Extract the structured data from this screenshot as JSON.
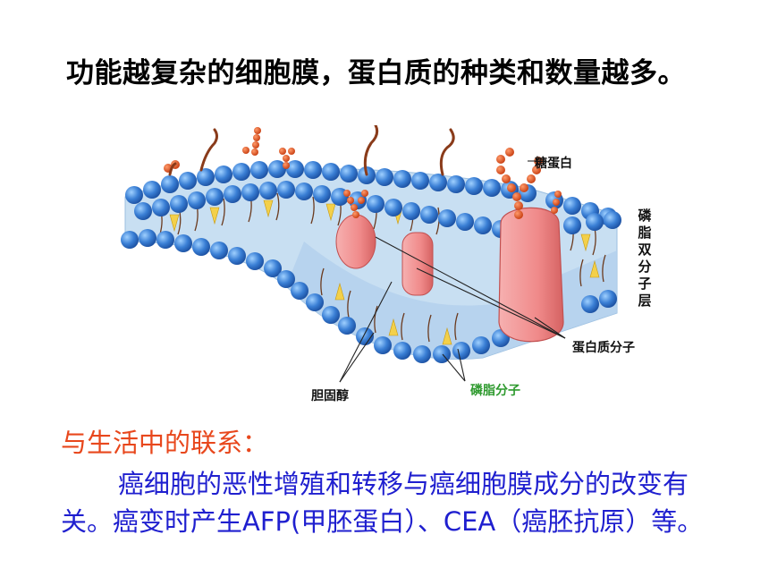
{
  "title": "功能越复杂的细胞膜，蛋白质的种类和数量越多。",
  "diagram": {
    "labels": {
      "glycoprotein": "糖蛋白",
      "bilayer": "磷脂双分子层",
      "protein": "蛋白质分子",
      "cholesterol": "胆固醇",
      "phospholipid": "磷脂分子"
    },
    "colors": {
      "phospholipid_head": "#3a7fd5",
      "protein": "#f08a8a",
      "sugar_chain": "#e2531e",
      "cholesterol": "#f3d04a",
      "membrane_fill": "#c8dff2"
    }
  },
  "section": {
    "heading": "与生活中的联系：",
    "paragraph_line1": "癌细胞的恶性增殖和转移与癌细胞膜成",
    "paragraph_rest": "分的改变有关。癌变时产生AFP(甲胚蛋白）、CEA（癌胚抗原）等。"
  }
}
